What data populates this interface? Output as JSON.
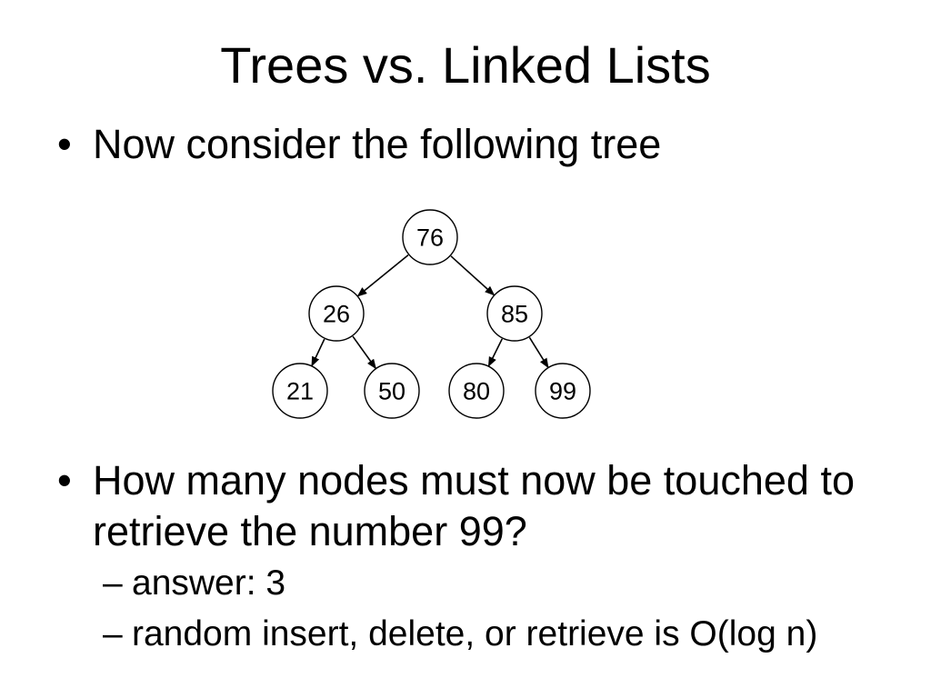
{
  "slide": {
    "title": "Trees vs. Linked Lists",
    "bullets": [
      {
        "marker": "•",
        "lines": [
          "Now consider the following tree"
        ]
      },
      {
        "marker": "•",
        "lines": [
          "How many nodes must now be touched to",
          "retrieve the number 99?"
        ]
      },
      {
        "marker": "–",
        "lines": [
          "answer: 3"
        ]
      },
      {
        "marker": "–",
        "lines": [
          "random insert, delete, or retrieve is O(log n)"
        ]
      }
    ]
  },
  "tree": {
    "nodes": [
      {
        "value": "76"
      },
      {
        "value": "26"
      },
      {
        "value": "85"
      },
      {
        "value": "21"
      },
      {
        "value": "50"
      },
      {
        "value": "80"
      },
      {
        "value": "99"
      }
    ],
    "edges": [
      [
        "76",
        "26"
      ],
      [
        "76",
        "85"
      ],
      [
        "26",
        "21"
      ],
      [
        "26",
        "50"
      ],
      [
        "85",
        "80"
      ],
      [
        "85",
        "99"
      ]
    ]
  },
  "colors": {
    "background": "#ffffff",
    "text": "#000000",
    "node_fill": "#ffffff",
    "node_stroke": "#000000"
  }
}
